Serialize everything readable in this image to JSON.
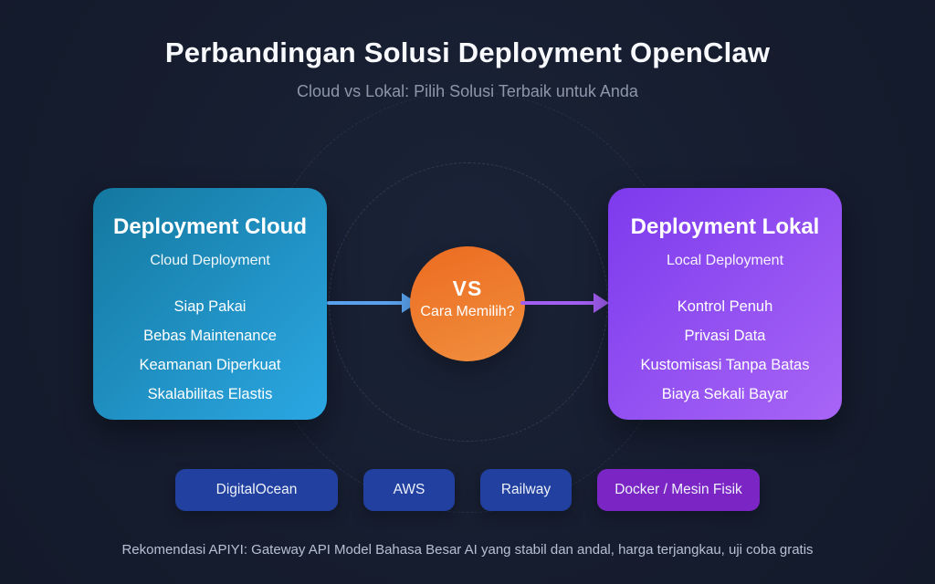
{
  "page": {
    "title": "Perbandingan Solusi Deployment OpenClaw",
    "subtitle": "Cloud vs Lokal: Pilih Solusi Terbaik untuk Anda",
    "footer": "Rekomendasi APIYI: Gateway API Model Bahasa Besar AI yang stabil dan andal, harga terjangkau, uji coba gratis"
  },
  "cloud_card": {
    "title": "Deployment Cloud",
    "subtitle": "Cloud Deployment",
    "items": [
      "Siap Pakai",
      "Bebas Maintenance",
      "Keamanan Diperkuat",
      "Skalabilitas Elastis"
    ],
    "gradient_start": "#14789f",
    "gradient_end": "#2ba7e3"
  },
  "local_card": {
    "title": "Deployment Lokal",
    "subtitle": "Local Deployment",
    "items": [
      "Kontrol Penuh",
      "Privasi Data",
      "Kustomisasi Tanpa Batas",
      "Biaya Sekali Bayar"
    ],
    "gradient_start": "#7c3aed",
    "gradient_end": "#a865f6"
  },
  "vs_circle": {
    "label": "VS",
    "sublabel": "Cara Memilih?",
    "gradient_start": "#ec6b21",
    "gradient_end": "#f08f3e"
  },
  "chips": [
    {
      "label": "DigitalOcean",
      "color": "#21409f"
    },
    {
      "label": "AWS",
      "color": "#21409f"
    },
    {
      "label": "Railway",
      "color": "#21409f"
    },
    {
      "label": "Docker / Mesin Fisik",
      "color": "#7c25c5"
    }
  ],
  "colors": {
    "background": "#161d2f",
    "title_text": "#f7f9fc",
    "subtitle_text": "#8d96ab",
    "arrow_blue": "#59a1ec",
    "arrow_purple": "#a25ef2",
    "footer_text": "#b6c0d4"
  }
}
